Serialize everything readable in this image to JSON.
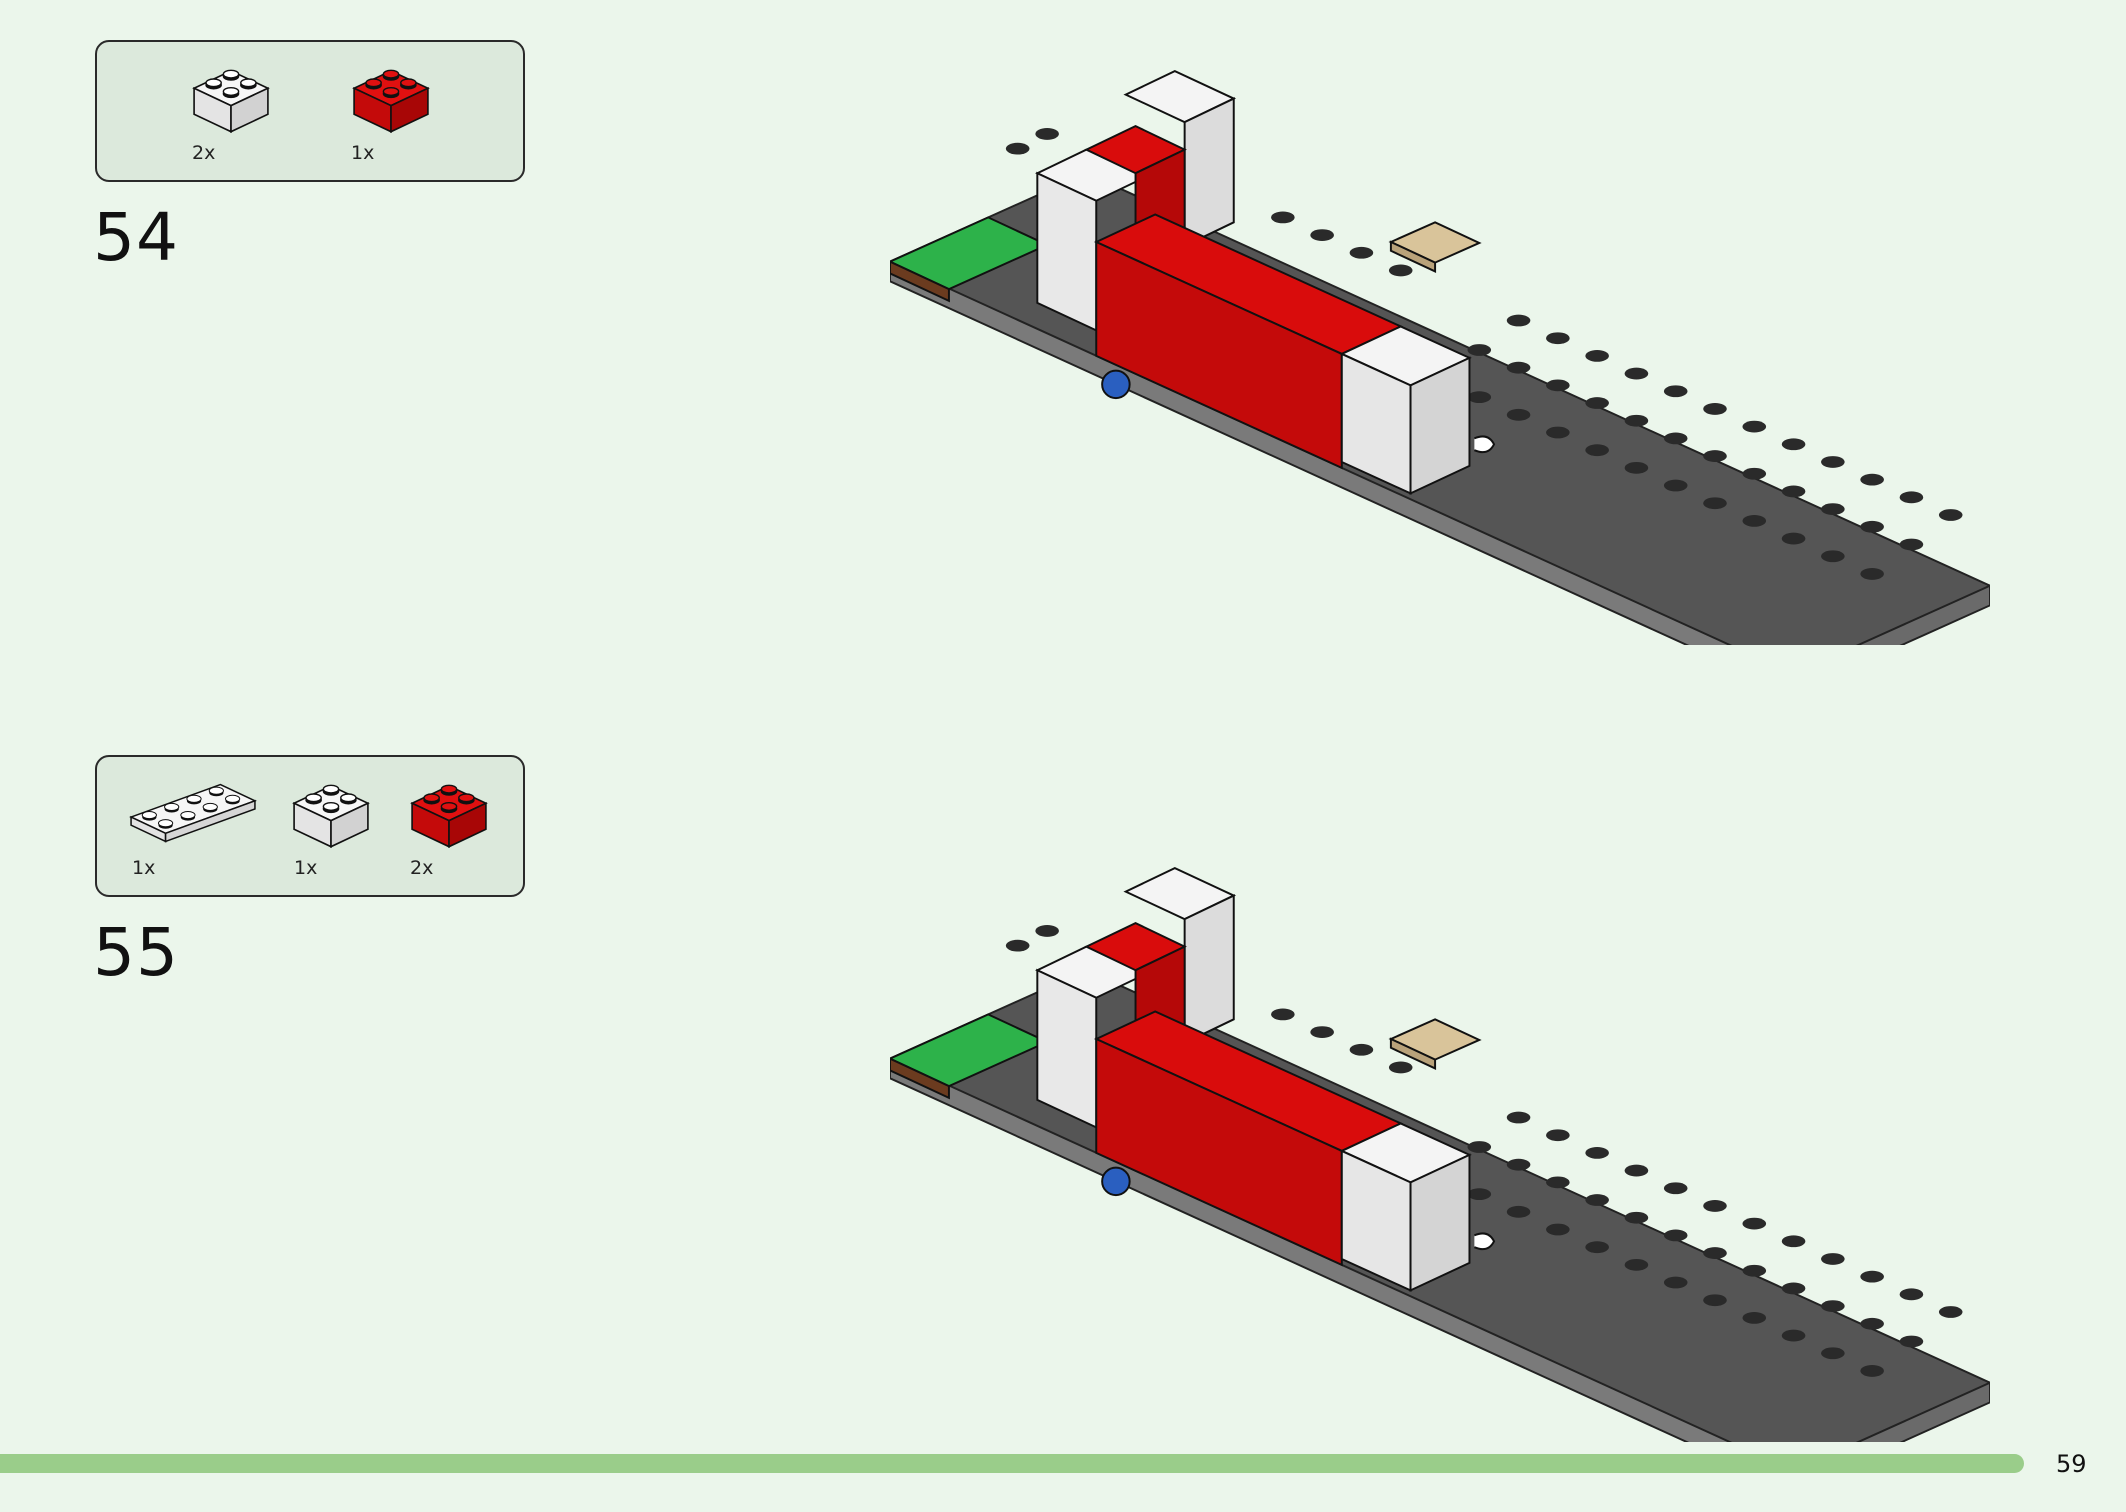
{
  "steps": [
    {
      "number": "54",
      "parts": [
        {
          "brick": "white 2x2 brick",
          "qty": "2x"
        },
        {
          "brick": "red 2x2 brick",
          "qty": "1x"
        }
      ]
    },
    {
      "number": "55",
      "parts": [
        {
          "brick": "white 2x4 plate",
          "qty": "1x"
        },
        {
          "brick": "white 2x2 brick",
          "qty": "1x"
        },
        {
          "brick": "red 2x2 brick",
          "qty": "2x"
        }
      ]
    }
  ],
  "footer": {
    "page_number": "59",
    "progress_fraction": 0.952
  },
  "colors": {
    "background": "#ebf6eb",
    "parts_box": "#dce9dc",
    "progress": "#9acd8a",
    "red": "#d90c0c",
    "white": "#f4f4f4",
    "dark_gray": "#4d4d4d",
    "green": "#2db24a",
    "tan": "#d9c49a",
    "blue": "#2a5fc0"
  }
}
